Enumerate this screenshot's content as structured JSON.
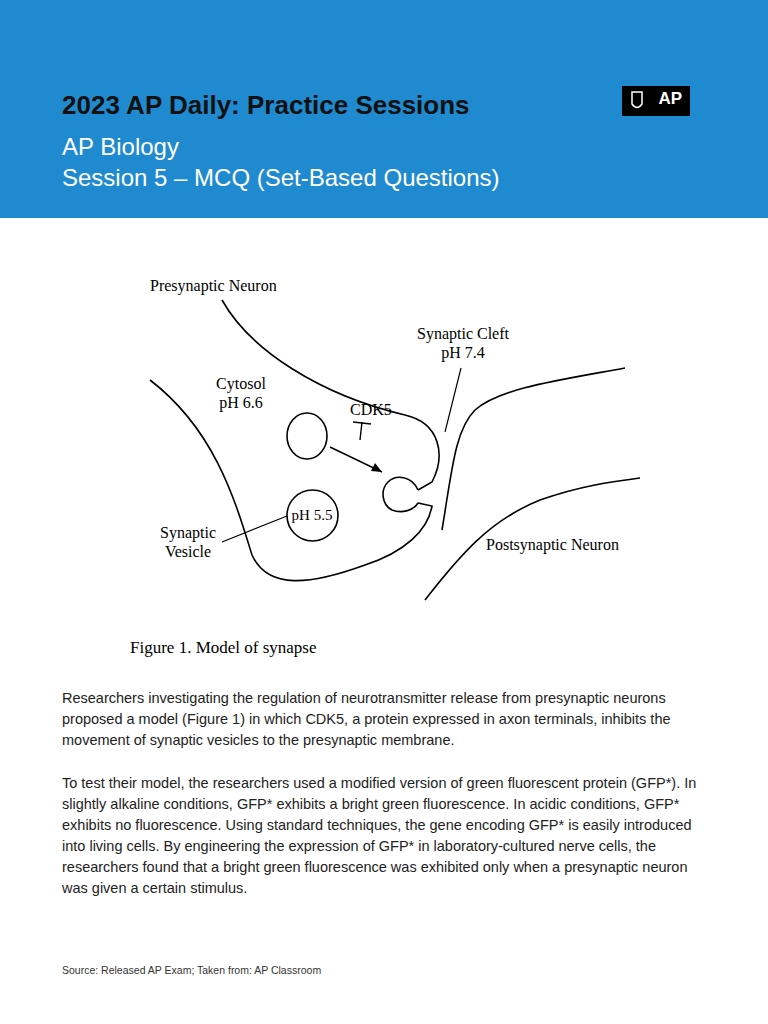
{
  "diagram": {
    "title": "2023 AP Daily: Practice Sessions",
    "caption": "Figure 1. Model of synapse",
    "nodes": [
      {
        "text": [
          "pH 5.5"
        ]
      }
    ],
    "labels": [
      "AP",
      "AP Biology",
      "Session 5 – MCQ (Set-Based Questions)",
      "Presynaptic Neuron",
      "Synaptic Cleft pH 7.4",
      "Cytosol pH 6.6",
      "CDK5",
      "Synaptic Vesicle",
      "Postsynaptic Neuron",
      "Researchers investigating the regulation of neurotransmitter release from presynaptic neurons proposed a model (Figure 1) in which CDK5, a protein expressed in axon terminals, inhibits the movement of synaptic vesicles to the presynaptic membrane.",
      "To test their model, the researchers used a modified version of green fluorescent protein (GFP*). In slightly alkaline conditions, GFP* exhibits a bright green fluorescence. In acidic conditions, GFP* exhibits no fluorescence. Using standard techniques, the gene encoding GFP* is easily introduced into living cells. By engineering the expression of GFP* in laboratory-cultured nerve cells, the researchers found that a bright green fluorescence was exhibited only when a presynaptic neuron was given a certain stimulus.",
      "Source: Released AP Exam; Taken from: AP Classroom"
    ]
  }
}
